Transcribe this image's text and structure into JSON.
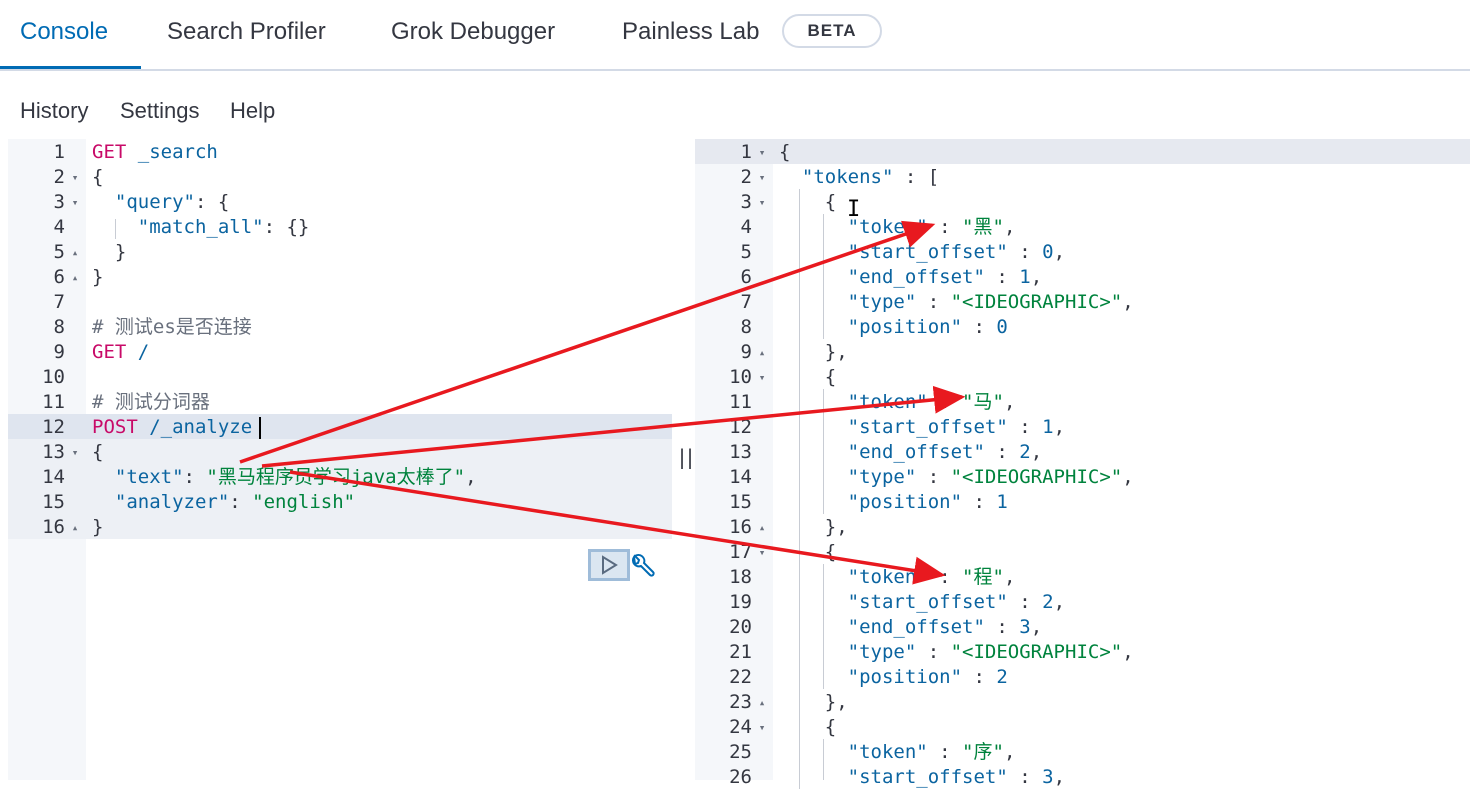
{
  "tabs": [
    {
      "label": "Console",
      "active": true
    },
    {
      "label": "Search Profiler",
      "active": false
    },
    {
      "label": "Grok Debugger",
      "active": false
    },
    {
      "label": "Painless Lab",
      "active": false
    }
  ],
  "beta_badge": "BETA",
  "menu": {
    "history": "History",
    "settings": "Settings",
    "help": "Help"
  },
  "splitter_glyph": "||",
  "cursor_glyph": "I",
  "colors": {
    "accent": "#006bb4",
    "method": "#c80a68",
    "key": "#0b64a0",
    "string": "#00833d",
    "arrow": "#e8191f"
  },
  "request_editor": {
    "lines": [
      {
        "n": "1",
        "fold": "",
        "tokens": [
          {
            "t": "GET",
            "c": "method"
          },
          {
            "t": " _search",
            "c": "path"
          }
        ]
      },
      {
        "n": "2",
        "fold": "▾",
        "tokens": [
          {
            "t": "{",
            "c": "punct"
          }
        ]
      },
      {
        "n": "3",
        "fold": "▾",
        "tokens": [
          {
            "t": "  ",
            "c": "punct"
          },
          {
            "t": "\"query\"",
            "c": "key"
          },
          {
            "t": ": {",
            "c": "punct"
          }
        ]
      },
      {
        "n": "4",
        "fold": "",
        "tokens": [
          {
            "t": "    ",
            "c": "punct"
          },
          {
            "t": "\"match_all\"",
            "c": "key"
          },
          {
            "t": ": {}",
            "c": "punct"
          }
        ]
      },
      {
        "n": "5",
        "fold": "▴",
        "tokens": [
          {
            "t": "  }",
            "c": "punct"
          }
        ]
      },
      {
        "n": "6",
        "fold": "▴",
        "tokens": [
          {
            "t": "}",
            "c": "punct"
          }
        ]
      },
      {
        "n": "7",
        "fold": "",
        "tokens": []
      },
      {
        "n": "8",
        "fold": "",
        "tokens": [
          {
            "t": "# 测试es是否连接",
            "c": "comment"
          }
        ]
      },
      {
        "n": "9",
        "fold": "",
        "tokens": [
          {
            "t": "GET",
            "c": "method"
          },
          {
            "t": " /",
            "c": "path"
          }
        ]
      },
      {
        "n": "10",
        "fold": "",
        "tokens": []
      },
      {
        "n": "11",
        "fold": "",
        "tokens": [
          {
            "t": "# 测试分词器",
            "c": "comment"
          }
        ]
      },
      {
        "n": "12",
        "fold": "",
        "tokens": [
          {
            "t": "POST",
            "c": "method"
          },
          {
            "t": " /_analyze",
            "c": "path"
          }
        ]
      },
      {
        "n": "13",
        "fold": "▾",
        "tokens": [
          {
            "t": "{",
            "c": "punct"
          }
        ]
      },
      {
        "n": "14",
        "fold": "",
        "tokens": [
          {
            "t": "  ",
            "c": "punct"
          },
          {
            "t": "\"text\"",
            "c": "key"
          },
          {
            "t": ": ",
            "c": "punct"
          },
          {
            "t": "\"黑马程序员学习java太棒了\"",
            "c": "str"
          },
          {
            "t": ",",
            "c": "punct"
          }
        ]
      },
      {
        "n": "15",
        "fold": "",
        "tokens": [
          {
            "t": "  ",
            "c": "punct"
          },
          {
            "t": "\"analyzer\"",
            "c": "key"
          },
          {
            "t": ": ",
            "c": "punct"
          },
          {
            "t": "\"english\"",
            "c": "str"
          }
        ]
      },
      {
        "n": "16",
        "fold": "▴",
        "tokens": [
          {
            "t": "}",
            "c": "punct"
          }
        ]
      }
    ]
  },
  "response_editor": {
    "lines": [
      {
        "n": "1",
        "fold": "▾",
        "tokens": [
          {
            "t": "{",
            "c": "punct"
          }
        ]
      },
      {
        "n": "2",
        "fold": "▾",
        "tokens": [
          {
            "t": "  ",
            "c": "punct"
          },
          {
            "t": "\"tokens\"",
            "c": "key"
          },
          {
            "t": " : [",
            "c": "punct"
          }
        ]
      },
      {
        "n": "3",
        "fold": "▾",
        "tokens": [
          {
            "t": "    {",
            "c": "punct"
          }
        ]
      },
      {
        "n": "4",
        "fold": "",
        "tokens": [
          {
            "t": "      ",
            "c": "punct"
          },
          {
            "t": "\"token\"",
            "c": "key"
          },
          {
            "t": " : ",
            "c": "punct"
          },
          {
            "t": "\"黑\"",
            "c": "str"
          },
          {
            "t": ",",
            "c": "punct"
          }
        ]
      },
      {
        "n": "5",
        "fold": "",
        "tokens": [
          {
            "t": "      ",
            "c": "punct"
          },
          {
            "t": "\"start_offset\"",
            "c": "key"
          },
          {
            "t": " : ",
            "c": "punct"
          },
          {
            "t": "0",
            "c": "num"
          },
          {
            "t": ",",
            "c": "punct"
          }
        ]
      },
      {
        "n": "6",
        "fold": "",
        "tokens": [
          {
            "t": "      ",
            "c": "punct"
          },
          {
            "t": "\"end_offset\"",
            "c": "key"
          },
          {
            "t": " : ",
            "c": "punct"
          },
          {
            "t": "1",
            "c": "num"
          },
          {
            "t": ",",
            "c": "punct"
          }
        ]
      },
      {
        "n": "7",
        "fold": "",
        "tokens": [
          {
            "t": "      ",
            "c": "punct"
          },
          {
            "t": "\"type\"",
            "c": "key"
          },
          {
            "t": " : ",
            "c": "punct"
          },
          {
            "t": "\"<IDEOGRAPHIC>\"",
            "c": "str"
          },
          {
            "t": ",",
            "c": "punct"
          }
        ]
      },
      {
        "n": "8",
        "fold": "",
        "tokens": [
          {
            "t": "      ",
            "c": "punct"
          },
          {
            "t": "\"position\"",
            "c": "key"
          },
          {
            "t": " : ",
            "c": "punct"
          },
          {
            "t": "0",
            "c": "num"
          }
        ]
      },
      {
        "n": "9",
        "fold": "▴",
        "tokens": [
          {
            "t": "    },",
            "c": "punct"
          }
        ]
      },
      {
        "n": "10",
        "fold": "▾",
        "tokens": [
          {
            "t": "    {",
            "c": "punct"
          }
        ]
      },
      {
        "n": "11",
        "fold": "",
        "tokens": [
          {
            "t": "      ",
            "c": "punct"
          },
          {
            "t": "\"token\"",
            "c": "key"
          },
          {
            "t": " : ",
            "c": "punct"
          },
          {
            "t": "\"马\"",
            "c": "str"
          },
          {
            "t": ",",
            "c": "punct"
          }
        ]
      },
      {
        "n": "12",
        "fold": "",
        "tokens": [
          {
            "t": "      ",
            "c": "punct"
          },
          {
            "t": "\"start_offset\"",
            "c": "key"
          },
          {
            "t": " : ",
            "c": "punct"
          },
          {
            "t": "1",
            "c": "num"
          },
          {
            "t": ",",
            "c": "punct"
          }
        ]
      },
      {
        "n": "13",
        "fold": "",
        "tokens": [
          {
            "t": "      ",
            "c": "punct"
          },
          {
            "t": "\"end_offset\"",
            "c": "key"
          },
          {
            "t": " : ",
            "c": "punct"
          },
          {
            "t": "2",
            "c": "num"
          },
          {
            "t": ",",
            "c": "punct"
          }
        ]
      },
      {
        "n": "14",
        "fold": "",
        "tokens": [
          {
            "t": "      ",
            "c": "punct"
          },
          {
            "t": "\"type\"",
            "c": "key"
          },
          {
            "t": " : ",
            "c": "punct"
          },
          {
            "t": "\"<IDEOGRAPHIC>\"",
            "c": "str"
          },
          {
            "t": ",",
            "c": "punct"
          }
        ]
      },
      {
        "n": "15",
        "fold": "",
        "tokens": [
          {
            "t": "      ",
            "c": "punct"
          },
          {
            "t": "\"position\"",
            "c": "key"
          },
          {
            "t": " : ",
            "c": "punct"
          },
          {
            "t": "1",
            "c": "num"
          }
        ]
      },
      {
        "n": "16",
        "fold": "▴",
        "tokens": [
          {
            "t": "    },",
            "c": "punct"
          }
        ]
      },
      {
        "n": "17",
        "fold": "▾",
        "tokens": [
          {
            "t": "    {",
            "c": "punct"
          }
        ]
      },
      {
        "n": "18",
        "fold": "",
        "tokens": [
          {
            "t": "      ",
            "c": "punct"
          },
          {
            "t": "\"token\"",
            "c": "key"
          },
          {
            "t": " : ",
            "c": "punct"
          },
          {
            "t": "\"程\"",
            "c": "str"
          },
          {
            "t": ",",
            "c": "punct"
          }
        ]
      },
      {
        "n": "19",
        "fold": "",
        "tokens": [
          {
            "t": "      ",
            "c": "punct"
          },
          {
            "t": "\"start_offset\"",
            "c": "key"
          },
          {
            "t": " : ",
            "c": "punct"
          },
          {
            "t": "2",
            "c": "num"
          },
          {
            "t": ",",
            "c": "punct"
          }
        ]
      },
      {
        "n": "20",
        "fold": "",
        "tokens": [
          {
            "t": "      ",
            "c": "punct"
          },
          {
            "t": "\"end_offset\"",
            "c": "key"
          },
          {
            "t": " : ",
            "c": "punct"
          },
          {
            "t": "3",
            "c": "num"
          },
          {
            "t": ",",
            "c": "punct"
          }
        ]
      },
      {
        "n": "21",
        "fold": "",
        "tokens": [
          {
            "t": "      ",
            "c": "punct"
          },
          {
            "t": "\"type\"",
            "c": "key"
          },
          {
            "t": " : ",
            "c": "punct"
          },
          {
            "t": "\"<IDEOGRAPHIC>\"",
            "c": "str"
          },
          {
            "t": ",",
            "c": "punct"
          }
        ]
      },
      {
        "n": "22",
        "fold": "",
        "tokens": [
          {
            "t": "      ",
            "c": "punct"
          },
          {
            "t": "\"position\"",
            "c": "key"
          },
          {
            "t": " : ",
            "c": "punct"
          },
          {
            "t": "2",
            "c": "num"
          }
        ]
      },
      {
        "n": "23",
        "fold": "▴",
        "tokens": [
          {
            "t": "    },",
            "c": "punct"
          }
        ]
      },
      {
        "n": "24",
        "fold": "▾",
        "tokens": [
          {
            "t": "    {",
            "c": "punct"
          }
        ]
      },
      {
        "n": "25",
        "fold": "",
        "tokens": [
          {
            "t": "      ",
            "c": "punct"
          },
          {
            "t": "\"token\"",
            "c": "key"
          },
          {
            "t": " : ",
            "c": "punct"
          },
          {
            "t": "\"序\"",
            "c": "str"
          },
          {
            "t": ",",
            "c": "punct"
          }
        ]
      },
      {
        "n": "26",
        "fold": "",
        "tokens": [
          {
            "t": "      ",
            "c": "punct"
          },
          {
            "t": "\"start_offset\"",
            "c": "key"
          },
          {
            "t": " : ",
            "c": "punct"
          },
          {
            "t": "3",
            "c": "num"
          },
          {
            "t": ",",
            "c": "punct"
          }
        ]
      }
    ]
  }
}
